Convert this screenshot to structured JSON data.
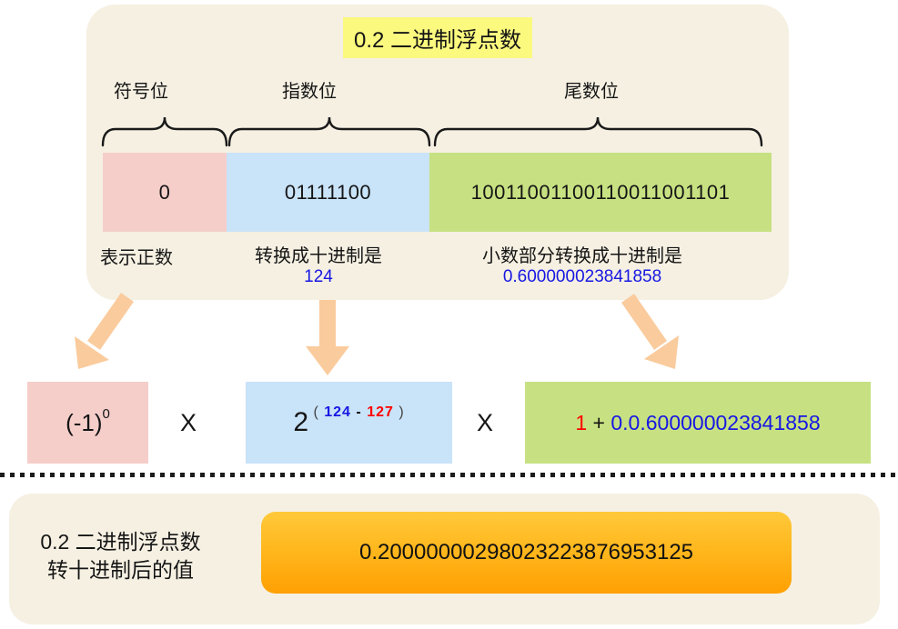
{
  "diagram": {
    "title": "0.2 二进制浮点数",
    "sections": {
      "sign": {
        "label": "符号位",
        "bits": "0",
        "note": "表示正数"
      },
      "exponent": {
        "label": "指数位",
        "bits": "01111100",
        "note": "转换成十进制是",
        "value": "124"
      },
      "mantissa": {
        "label": "尾数位",
        "bits": "10011001100110011001101",
        "note": "小数部分转换成十进制是",
        "value": "0.600000023841858"
      }
    },
    "formula": {
      "sign_base": "(-1)",
      "sign_sup": "0",
      "multiply": "X",
      "exp_base": "2",
      "exp_sup_open": "(",
      "exp_value": "124",
      "exp_minus": "-",
      "exp_bias": "127",
      "exp_sup_close": ")",
      "frac_lead": "1",
      "frac_plus": "+",
      "frac_value": "0.0.600000023841858"
    },
    "result": {
      "caption_line1": "0.2 二进制浮点数",
      "caption_line2": "转十进制后的值",
      "value": "0.20000000298023223876953125"
    },
    "colors": {
      "panel": "#F5F0E2",
      "title_highlight": "#FBF97E",
      "sign_bg": "#F5CECA",
      "exponent_bg": "#C9E3F9",
      "mantissa_bg": "#C7E182",
      "arrow": "#FACB9D",
      "result_gradient_top": "#FFC93A",
      "result_gradient_bottom": "#FFA003",
      "blue_text": "#1717E3",
      "red_text": "#FE0000"
    }
  }
}
